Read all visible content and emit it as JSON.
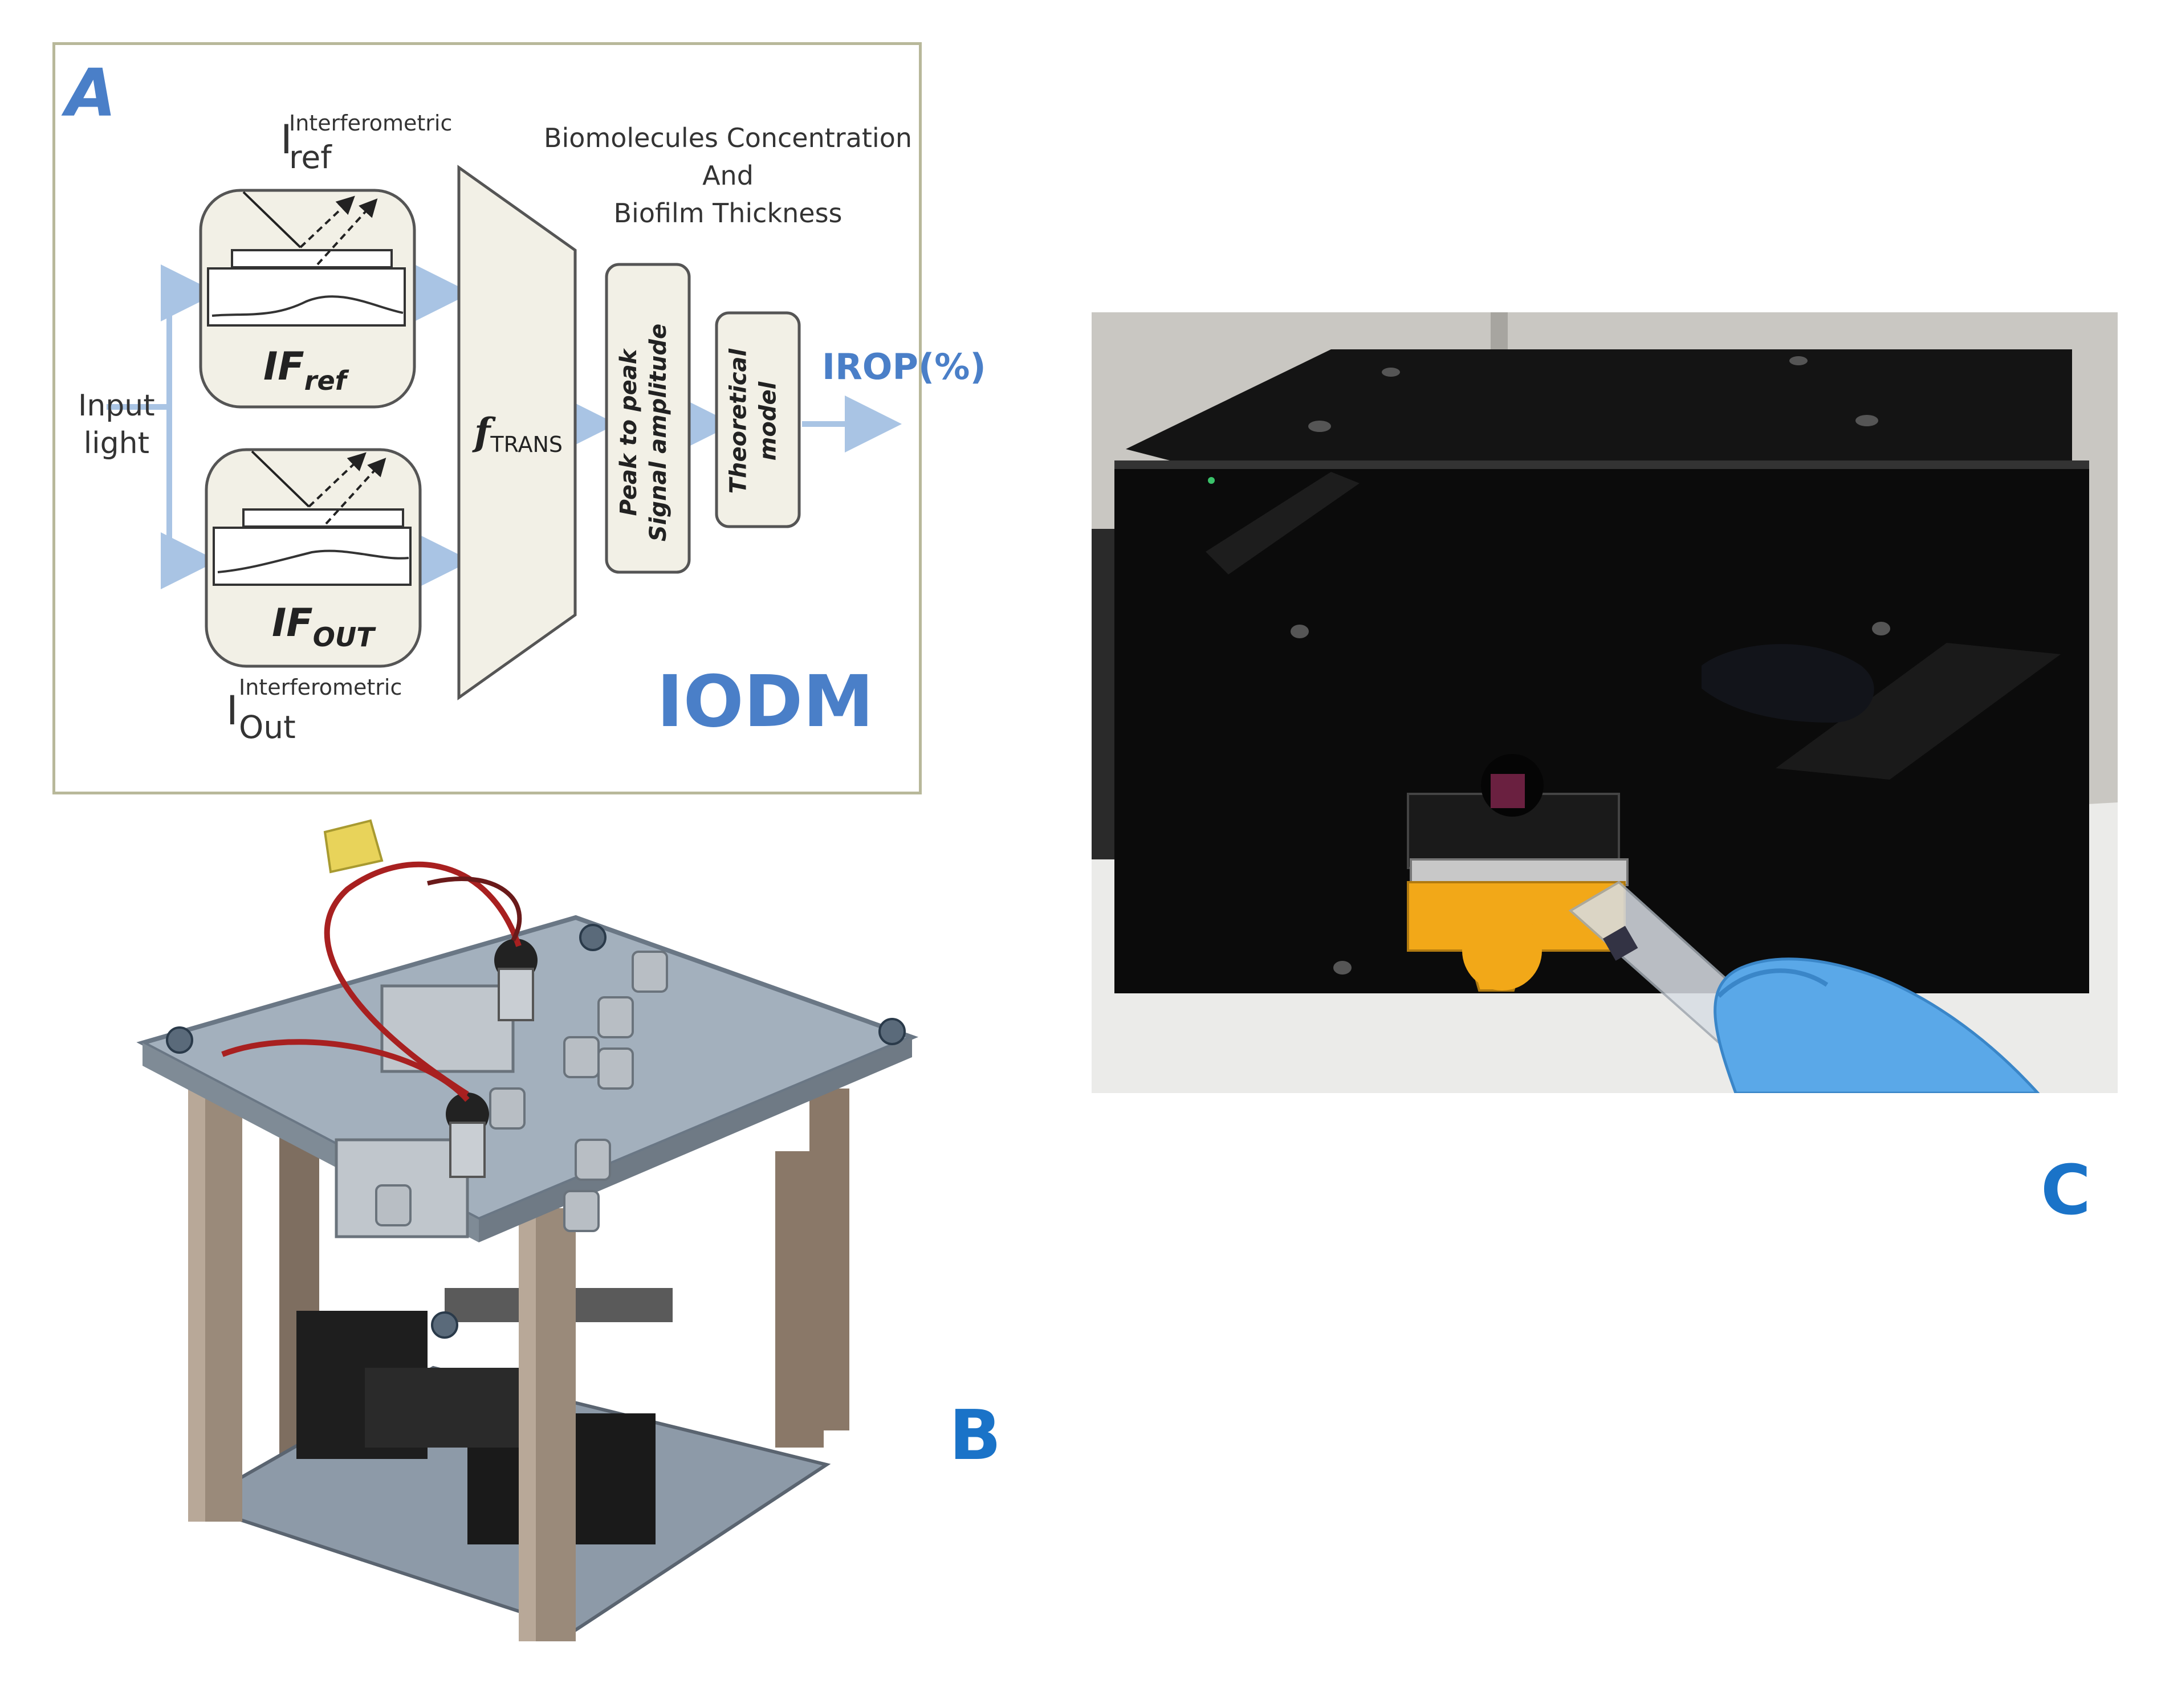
{
  "panels": {
    "a_label": "A",
    "b_label": "B",
    "c_label": "C"
  },
  "diagram": {
    "iref_main": "I",
    "iref_sup": "Interferometric",
    "iref_sub": "ref",
    "iout_main": "I",
    "iout_sup": "Interferometric",
    "iout_sub": "Out",
    "input_light_line1": "Input",
    "input_light_line2": "light",
    "if_ref_main": "IF",
    "if_ref_sub": "ref",
    "if_out_main": "IF",
    "if_out_sub": "OUT",
    "ftrans_main": "f",
    "ftrans_sub": "TRANS",
    "biomol_line1": "Biomolecules Concentration",
    "biomol_line2": "And",
    "biomol_line3": "Biofilm Thickness",
    "peak_line1": "Peak to peak",
    "peak_line2": "Signal amplitude",
    "theory_line1": "Theoretical",
    "theory_line2": "model",
    "irop": "IROP(%)",
    "iodm": "IODM"
  },
  "colors": {
    "accent_blue": "#1a73c8",
    "diagram_blue": "#4a7fc8",
    "arrow_blue": "#a9c4e4"
  }
}
